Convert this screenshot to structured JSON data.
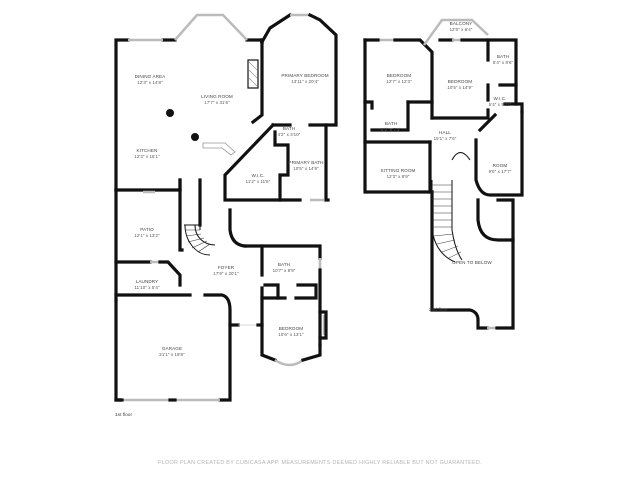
{
  "floor1": {
    "label": "1st floor",
    "rooms": [
      {
        "name": "DINING AREA",
        "dim": "12'3\" x 14'8\""
      },
      {
        "name": "LIVING ROOM",
        "dim": "17'7\" x 31'6\""
      },
      {
        "name": "KITCHEN",
        "dim": "12'3\" x 15'1\""
      },
      {
        "name": "PRIMARY BEDROOM",
        "dim": "13'11\" x 20'4\""
      },
      {
        "name": "BATH",
        "dim": "4'2\" x 3'10\""
      },
      {
        "name": "W.I.C.",
        "dim": "11'2\" x 11'5\""
      },
      {
        "name": "PRIMARY BATH",
        "dim": "10'5\" x 14'9\""
      },
      {
        "name": "PATIO",
        "dim": "12'1\" x 13'2\""
      },
      {
        "name": "LAUNDRY",
        "dim": "11'10\" x 5'4\""
      },
      {
        "name": "FOYER",
        "dim": "17'9\" x 20'1\""
      },
      {
        "name": "BATH",
        "dim": "10'7\" x 8'9\""
      },
      {
        "name": "BEDROOM",
        "dim": "10'6\" x 13'1\""
      },
      {
        "name": "GARAGE",
        "dim": "21'1\" x 19'8\""
      }
    ]
  },
  "floor2": {
    "label": "2nd floor",
    "rooms": [
      {
        "name": "BALCONY",
        "dim": "12'0\" x 6'4\""
      },
      {
        "name": "BEDROOM",
        "dim": "12'7\" x 12'3\""
      },
      {
        "name": "BEDROOM",
        "dim": "10'5\" x 14'9\""
      },
      {
        "name": "BATH",
        "dim": "5'4\" x 8'6\""
      },
      {
        "name": "W.I.C.",
        "dim": "5'4\" x 5'11\""
      },
      {
        "name": "BATH",
        "dim": "8'2\" x 7'1\""
      },
      {
        "name": "HALL",
        "dim": "15'1\" x 7'6\""
      },
      {
        "name": "SITTING ROOM",
        "dim": "12'3\" x 8'9\""
      },
      {
        "name": "ROOM",
        "dim": "9'0\" x 17'7\""
      },
      {
        "name": "OPEN TO BELOW",
        "dim": ""
      }
    ]
  },
  "footer": "FLOOR PLAN CREATED BY CUBICASA APP. MEASUREMENTS DEEMED HIGHLY RELIABLE BUT NOT GUARANTEED."
}
